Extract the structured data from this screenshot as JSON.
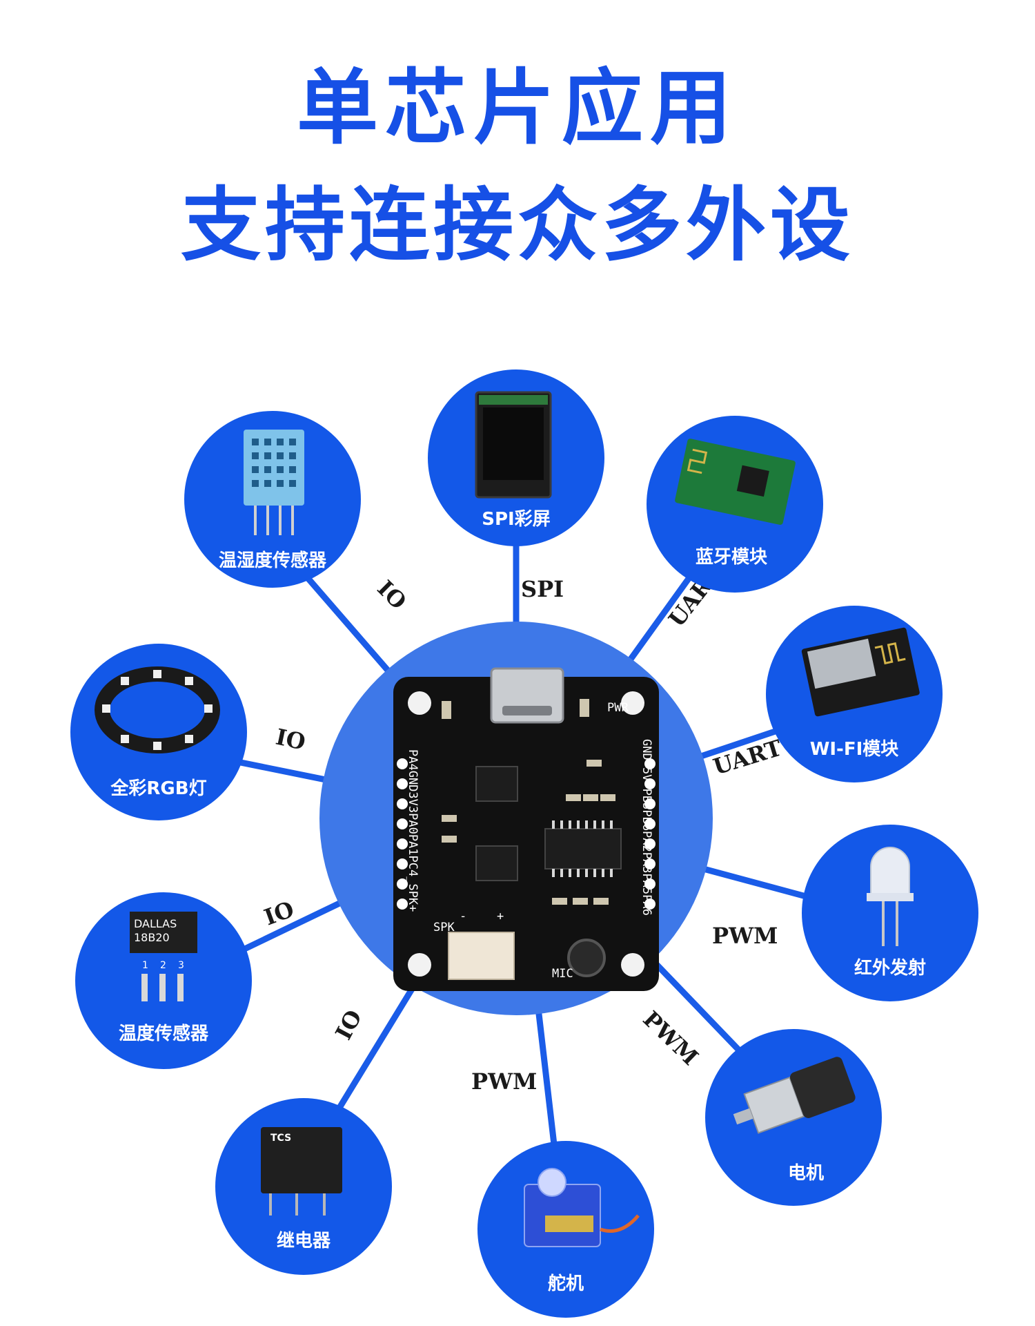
{
  "headline": {
    "line1": "单芯片应用",
    "line2": "支持连接众多外设"
  },
  "board": {
    "silk_left": "PA4GND3V3PA0PA1PC4_SPK+",
    "silk_right": "GND 5V  PB5PB6PA2PA3PA5PA6",
    "spk": "SPK",
    "mic": "MIC",
    "pwr": "PWR",
    "minus": "-",
    "plus": "+"
  },
  "peripherals": {
    "spi_screen": "SPI彩屏",
    "bluetooth": "蓝牙模块",
    "wifi": "WI-FI模块",
    "ir": "红外发射",
    "motor": "电机",
    "servo": "舵机",
    "relay": "继电器",
    "temp_sensor": "温度传感器",
    "rgb_led": "全彩RGB灯",
    "humidity_sensor": "温湿度传感器"
  },
  "connections": {
    "spi": "SPI",
    "bt": "UART",
    "wifi": "UART",
    "ir": "PWM",
    "motor": "PWM",
    "servo": "PWM",
    "relay": "IO",
    "temp": "IO",
    "rgb": "IO",
    "humidity": "IO"
  },
  "components": {
    "dallas_line1": "DALLAS",
    "dallas_line2": "18B20",
    "pin_numbers": [
      "1",
      "2",
      "3"
    ],
    "relay_brand": "TCS"
  },
  "colors": {
    "headline": "#1650e6",
    "node_fill": "#1358e8",
    "hub_fill": "#3e78e8",
    "line": "#1a5ce8",
    "pcb": "#111111"
  }
}
